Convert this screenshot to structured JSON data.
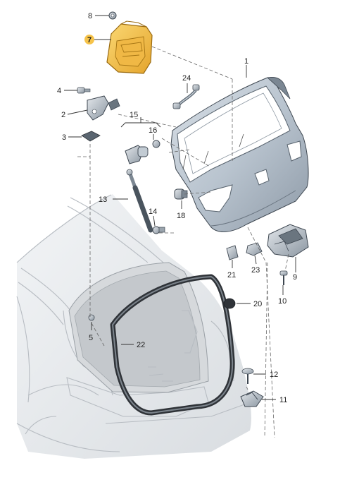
{
  "parts": [
    {
      "id": "p1",
      "label": "1"
    },
    {
      "id": "p2",
      "label": "2"
    },
    {
      "id": "p3",
      "label": "3"
    },
    {
      "id": "p4",
      "label": "4"
    },
    {
      "id": "p5",
      "label": "5"
    },
    {
      "id": "p7",
      "label": "7"
    },
    {
      "id": "p8",
      "label": "8"
    },
    {
      "id": "p9",
      "label": "9"
    },
    {
      "id": "p10",
      "label": "10"
    },
    {
      "id": "p11",
      "label": "11"
    },
    {
      "id": "p12",
      "label": "12"
    },
    {
      "id": "p13",
      "label": "13"
    },
    {
      "id": "p14",
      "label": "14"
    },
    {
      "id": "p15",
      "label": "15"
    },
    {
      "id": "p16",
      "label": "16"
    },
    {
      "id": "p18",
      "label": "18"
    },
    {
      "id": "p20",
      "label": "20"
    },
    {
      "id": "p21",
      "label": "21"
    },
    {
      "id": "p22",
      "label": "22"
    },
    {
      "id": "p23",
      "label": "23"
    },
    {
      "id": "p24",
      "label": "24"
    }
  ],
  "colors": {
    "panel": "#c5ced7",
    "panel_dark": "#8f9aa6",
    "highlight": "#f6c34a",
    "highlight_dark": "#d89a1e",
    "body_line": "#b7bcc2",
    "seal": "#2f3338"
  }
}
